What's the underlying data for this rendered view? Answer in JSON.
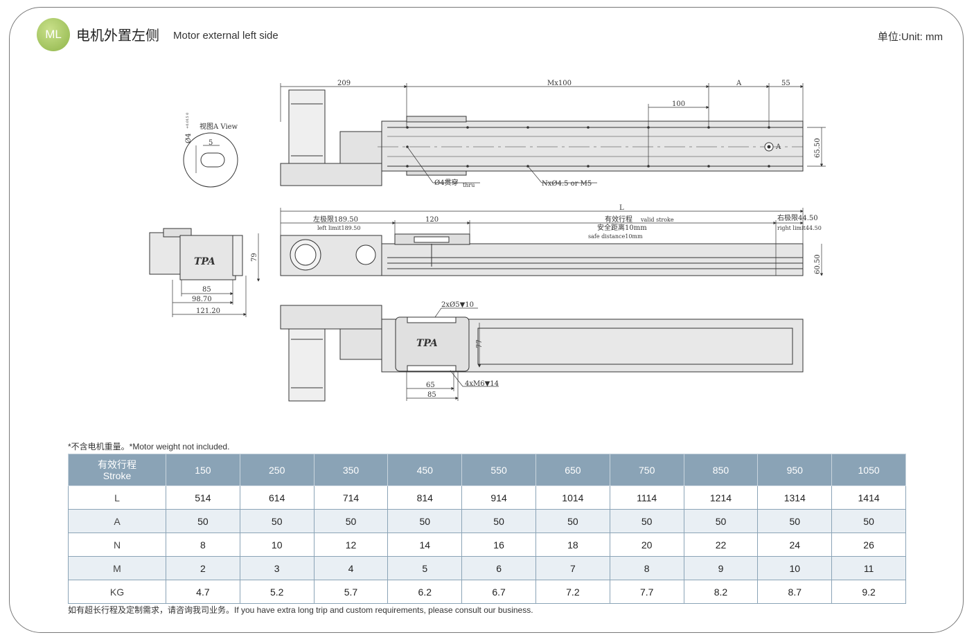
{
  "header": {
    "badge": "ML",
    "title_zh": "电机外置左侧",
    "title_en": "Motor external left side",
    "unit": "单位:Unit: mm"
  },
  "drawing": {
    "dims_top": [
      "209",
      "Mx100",
      "A",
      "55",
      "100",
      "65.50"
    ],
    "view_label": "视图A View",
    "view_dia": "Ø4",
    "view_tol": "+0.015 0",
    "view_dim": "5",
    "hole_thru_label": "Ø4贯穿",
    "hole_thru_en": "thru",
    "holes_label": "NxØ4.5 or M5",
    "marker_a": "A",
    "dim_L": "L",
    "left_limit_zh": "左极限189.50",
    "left_limit_en": "left limit189.50",
    "dim_120": "120",
    "stroke_zh": "有效行程",
    "stroke_en": "valid stroke",
    "safe_zh": "安全距离10mm",
    "safe_en": "safe distance10mm",
    "right_limit_zh": "右极限44.50",
    "right_limit_en": "right limit44.50",
    "dim_6050": "60.50",
    "dim_79": "79",
    "dim_85": "85",
    "dim_9870": "98.70",
    "dim_12120": "121.20",
    "bottom_hole_label": "2xØ5▼10",
    "bottom_dim_77": "77",
    "bottom_dim_65": "65",
    "bottom_dim_85": "85",
    "bottom_thread_label": "4xM6▼14",
    "logo": "TPA"
  },
  "note": "*不含电机重量。*Motor weight not included.",
  "table": {
    "head_zh": "有效行程",
    "head_en": "Stroke",
    "columns": [
      "150",
      "250",
      "350",
      "450",
      "550",
      "650",
      "750",
      "850",
      "950",
      "1050"
    ],
    "rows": [
      {
        "label": "L",
        "values": [
          "514",
          "614",
          "714",
          "814",
          "914",
          "1014",
          "1114",
          "1214",
          "1314",
          "1414"
        ]
      },
      {
        "label": "A",
        "values": [
          "50",
          "50",
          "50",
          "50",
          "50",
          "50",
          "50",
          "50",
          "50",
          "50"
        ]
      },
      {
        "label": "N",
        "values": [
          "8",
          "10",
          "12",
          "14",
          "16",
          "18",
          "20",
          "22",
          "24",
          "26"
        ]
      },
      {
        "label": "M",
        "values": [
          "2",
          "3",
          "4",
          "5",
          "6",
          "7",
          "8",
          "9",
          "10",
          "11"
        ]
      },
      {
        "label": "KG",
        "values": [
          "4.7",
          "5.2",
          "5.7",
          "6.2",
          "6.7",
          "7.2",
          "7.7",
          "8.2",
          "8.7",
          "9.2"
        ]
      }
    ]
  },
  "footer": "如有超长行程及定制需求，请咨询我司业务。If you have extra long trip and custom requirements, please consult our business."
}
